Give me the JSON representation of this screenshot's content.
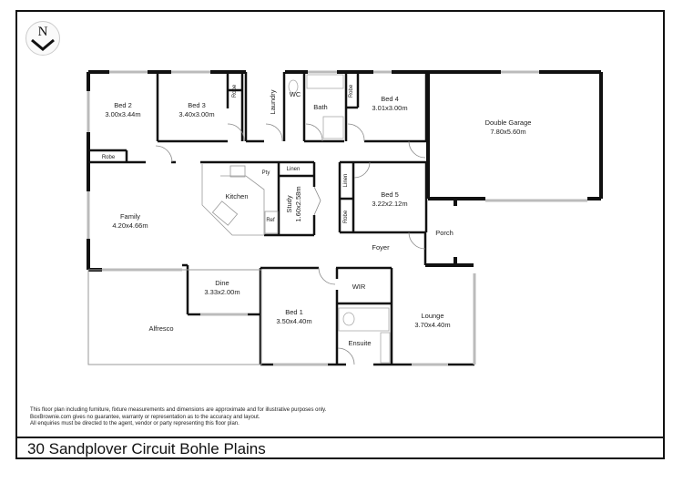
{
  "compass": {
    "label": "N"
  },
  "rooms": [
    {
      "id": "bed2",
      "name": "Bed 2",
      "dims": "3.00x3.44m"
    },
    {
      "id": "bed3",
      "name": "Bed 3",
      "dims": "3.40x3.00m"
    },
    {
      "id": "laundry",
      "name": "Laundry",
      "dims": ""
    },
    {
      "id": "wc",
      "name": "WC",
      "dims": ""
    },
    {
      "id": "bath",
      "name": "Bath",
      "dims": ""
    },
    {
      "id": "bed4",
      "name": "Bed 4",
      "dims": "3.01x3.00m"
    },
    {
      "id": "garage",
      "name": "Double Garage",
      "dims": "7.80x5.60m"
    },
    {
      "id": "family",
      "name": "Family",
      "dims": "4.20x4.66m"
    },
    {
      "id": "kitchen",
      "name": "Kitchen",
      "dims": ""
    },
    {
      "id": "study",
      "name": "Study",
      "dims": "1.60x2.58m"
    },
    {
      "id": "bed5",
      "name": "Bed 5",
      "dims": "3.22x2.12m"
    },
    {
      "id": "porch",
      "name": "Porch",
      "dims": ""
    },
    {
      "id": "foyer",
      "name": "Foyer",
      "dims": ""
    },
    {
      "id": "dine",
      "name": "Dine",
      "dims": "3.33x2.00m"
    },
    {
      "id": "alfresco",
      "name": "Alfresco",
      "dims": ""
    },
    {
      "id": "bed1",
      "name": "Bed 1",
      "dims": "3.50x4.40m"
    },
    {
      "id": "wir",
      "name": "WIR",
      "dims": ""
    },
    {
      "id": "ensuite",
      "name": "Ensuite",
      "dims": ""
    },
    {
      "id": "lounge",
      "name": "Lounge",
      "dims": "3.70x4.40m"
    }
  ],
  "small_labels": {
    "robe_bed2": "Robe",
    "robe_bed3": "Robe",
    "robe_bed4": "Robe",
    "robe_bed5": "Robe",
    "linen_hall": "Linen",
    "linen_bed5": "Linen",
    "pantry": "Pty",
    "fridge": "Ref"
  },
  "disclaimer": [
    "This floor plan including furniture, fixture measurements and dimensions are approximate and for illustrative purposes only.",
    "BoxBrownie.com gives no guarantee, warranty or representation as to the accuracy and layout.",
    "All enquiries must be directed to the agent, vendor or party representing this floor plan."
  ],
  "address": "30 Sandplover Circuit Bohle Plains"
}
